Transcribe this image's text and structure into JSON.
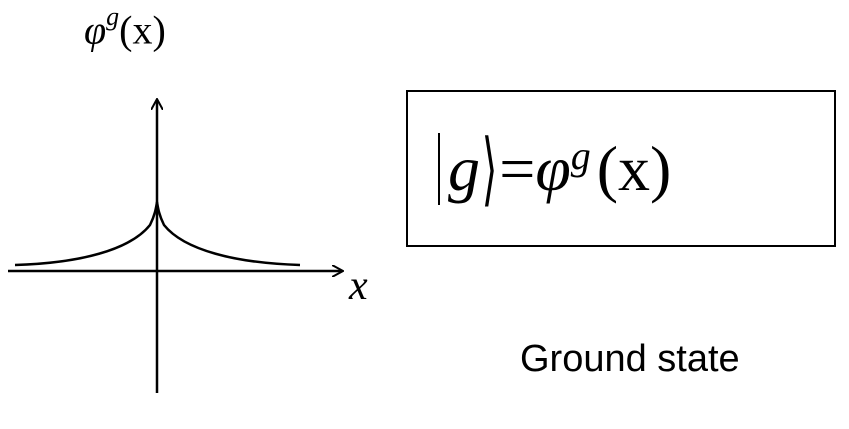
{
  "plot": {
    "ylabel": {
      "symbol": "φ",
      "superscript": "g",
      "argument": "(x)"
    },
    "xlabel": "x"
  },
  "formula": {
    "ket": "g",
    "equals": "=",
    "symbol": "φ",
    "superscript": "g",
    "argument": "(x)"
  },
  "caption": "Ground state"
}
